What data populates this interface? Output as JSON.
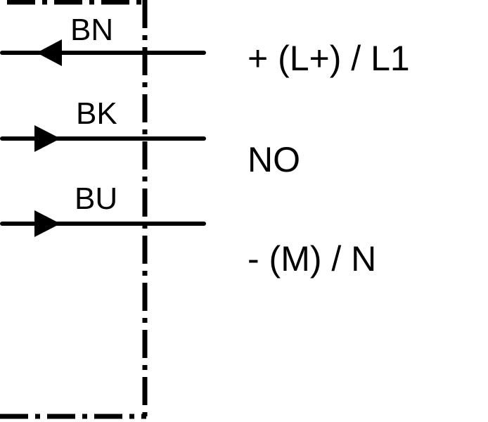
{
  "diagram": {
    "wires": [
      {
        "color_code": "BN",
        "arrow": "in",
        "terminal": "+ (L+) / L1"
      },
      {
        "color_code": "BK",
        "arrow": "out",
        "terminal": "NO"
      },
      {
        "color_code": "BU",
        "arrow": "out",
        "terminal": "- (M) / N"
      }
    ],
    "line_color": "#000000"
  }
}
